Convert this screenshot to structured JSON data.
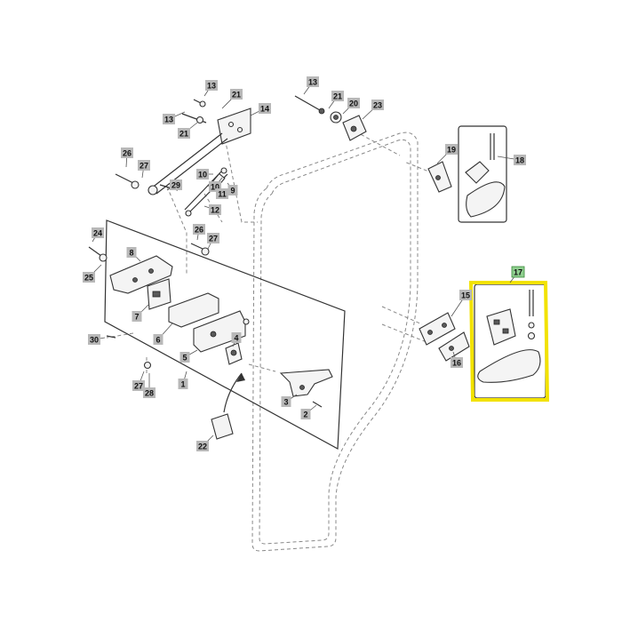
{
  "diagram": {
    "callouts": [
      {
        "id": "13",
        "label": "13"
      },
      {
        "id": "21",
        "label": "21"
      },
      {
        "id": "13",
        "label": "13"
      },
      {
        "id": "21",
        "label": "21"
      },
      {
        "id": "14",
        "label": "14"
      },
      {
        "id": "13",
        "label": "13"
      },
      {
        "id": "21",
        "label": "21"
      },
      {
        "id": "20",
        "label": "20"
      },
      {
        "id": "23",
        "label": "23"
      },
      {
        "id": "26",
        "label": "26"
      },
      {
        "id": "27",
        "label": "27"
      },
      {
        "id": "29",
        "label": "29"
      },
      {
        "id": "10",
        "label": "10"
      },
      {
        "id": "9",
        "label": "9"
      },
      {
        "id": "10",
        "label": "10"
      },
      {
        "id": "11",
        "label": "11"
      },
      {
        "id": "12",
        "label": "12"
      },
      {
        "id": "24",
        "label": "24"
      },
      {
        "id": "26",
        "label": "26"
      },
      {
        "id": "27",
        "label": "27"
      },
      {
        "id": "25",
        "label": "25"
      },
      {
        "id": "8",
        "label": "8"
      },
      {
        "id": "7",
        "label": "7"
      },
      {
        "id": "30",
        "label": "30"
      },
      {
        "id": "6",
        "label": "6"
      },
      {
        "id": "4",
        "label": "4"
      },
      {
        "id": "5",
        "label": "5"
      },
      {
        "id": "27",
        "label": "27"
      },
      {
        "id": "28",
        "label": "28"
      },
      {
        "id": "1",
        "label": "1"
      },
      {
        "id": "3",
        "label": "3"
      },
      {
        "id": "2",
        "label": "2"
      },
      {
        "id": "22",
        "label": "22"
      },
      {
        "id": "19",
        "label": "19"
      },
      {
        "id": "18",
        "label": "18"
      },
      {
        "id": "17",
        "label": "17"
      },
      {
        "id": "15",
        "label": "15"
      },
      {
        "id": "16",
        "label": "16"
      }
    ],
    "highlighted_callout": "17",
    "highlight_color": "#f2e200",
    "callout_color": "#b8b8b8",
    "highlighted_callout_color": "#8fcf8f"
  }
}
